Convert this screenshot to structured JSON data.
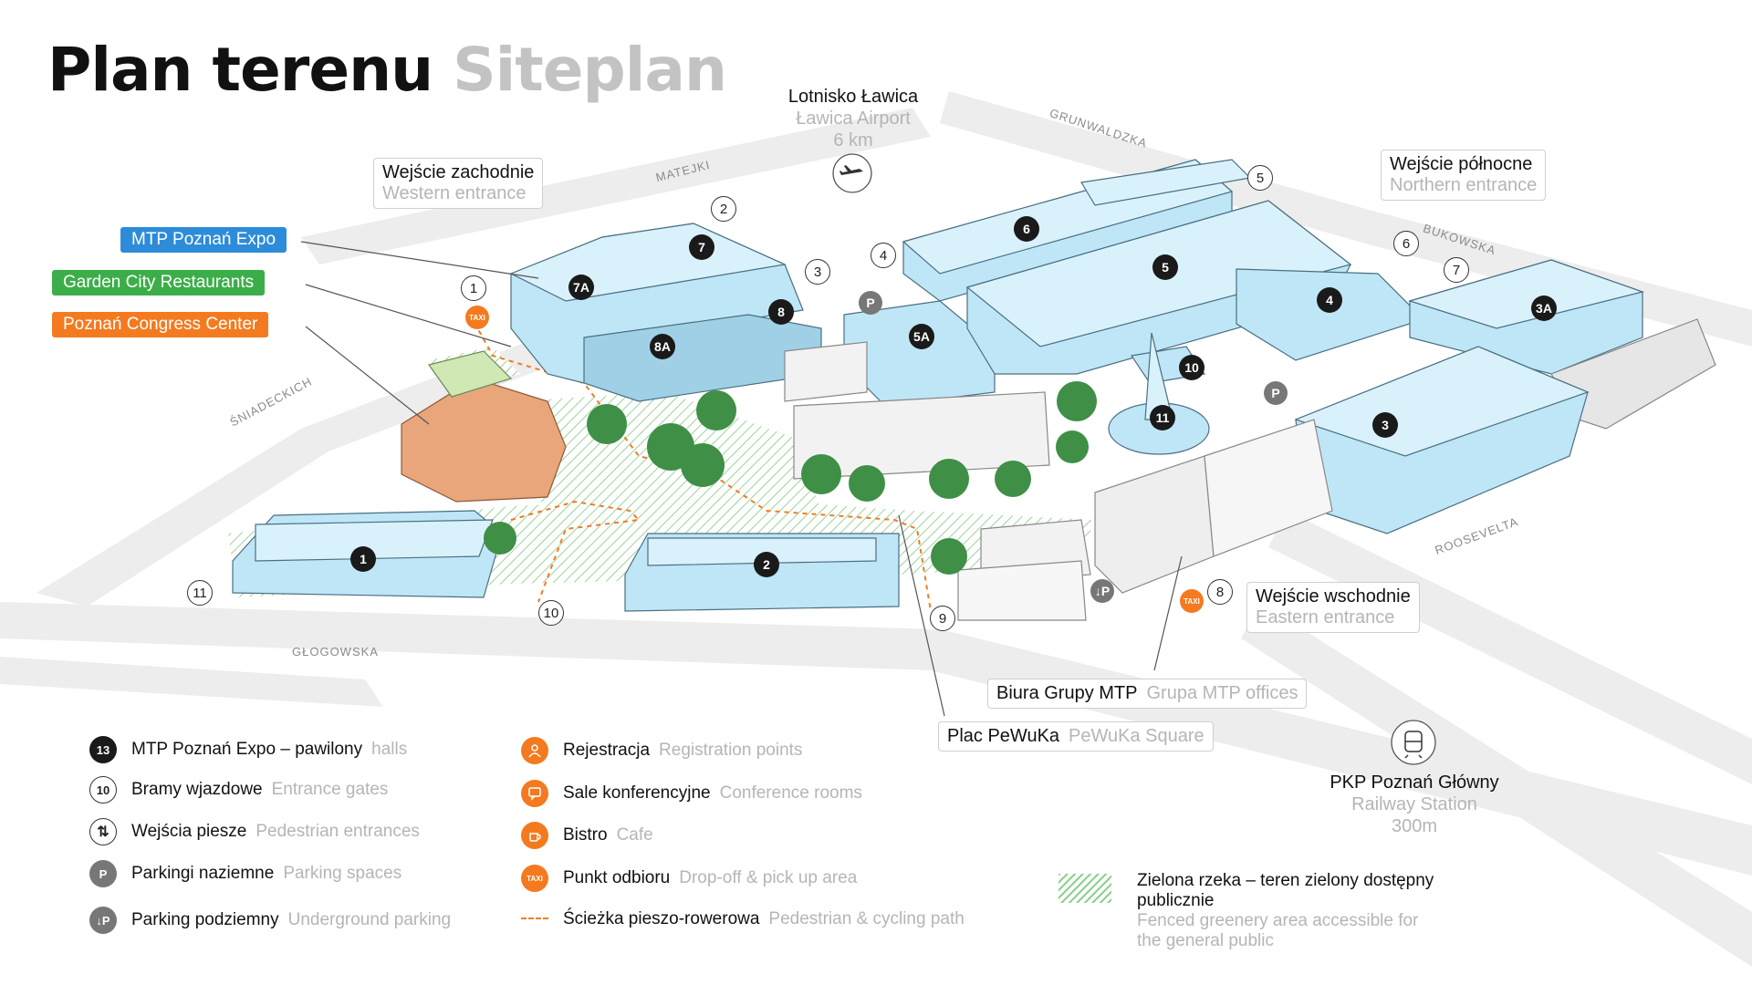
{
  "title": {
    "pl": "Plan terenu",
    "en": "Siteplan"
  },
  "colors": {
    "hall": "#bfe6f7",
    "hall_roof": "#a7d8ef",
    "accent_orange": "#f47a20",
    "expo_blue": "#2d8cd9",
    "garden_green": "#3cae49",
    "congress_orange": "#f47a20",
    "road": "#efefef",
    "tree": "#3f8f47"
  },
  "tags": {
    "expo": "MTP Poznań Expo",
    "garden": "Garden City Restaurants",
    "congress": "Poznań Congress Center"
  },
  "callouts": {
    "western": {
      "pl": "Wejście zachodnie",
      "en": "Western entrance"
    },
    "northern": {
      "pl": "Wejście północne",
      "en": "Northern entrance"
    },
    "eastern": {
      "pl": "Wejście wschodnie",
      "en": "Eastern entrance"
    },
    "offices": {
      "pl": "Biura Grupy MTP",
      "en": "Grupa MTP offices"
    },
    "square": {
      "pl": "Plac PeWuKa",
      "en": "PeWuKa Square"
    }
  },
  "airport": {
    "pl": "Lotnisko Ławica",
    "en": "Ławica Airport",
    "dist": "6 km",
    "icon": "plane-icon"
  },
  "station": {
    "pl": "PKP Poznań Główny",
    "en": "Railway Station",
    "dist": "300m",
    "icon": "train-icon"
  },
  "streets": {
    "matejki": "MATEJKI",
    "grunwaldzka": "GRUNWALDZKA",
    "bukowska": "BUKOWSKA",
    "sniadeckich": "ŚNIADECKICH",
    "glogowska": "GŁOGOWSKA",
    "roosevelta": "ROOSEVELTA"
  },
  "halls": [
    "1",
    "2",
    "3",
    "3A",
    "4",
    "5",
    "5A",
    "6",
    "7",
    "7A",
    "8",
    "8A",
    "10",
    "11"
  ],
  "gates": [
    "1",
    "2",
    "3",
    "4",
    "5",
    "6",
    "7",
    "8",
    "9",
    "10",
    "11"
  ],
  "markers": {
    "parking": "P",
    "underground": "↓P",
    "taxi": "TAXI"
  },
  "legend": {
    "halls": {
      "icon": "13",
      "pl": "MTP Poznań Expo – pawilony",
      "en": "halls"
    },
    "gates": {
      "icon": "10",
      "pl": "Bramy wjazdowe",
      "en": "Entrance gates"
    },
    "pedestrian": {
      "icon": "⇅",
      "pl": "Wejścia piesze",
      "en": "Pedestrian entrances"
    },
    "parking": {
      "icon": "P",
      "pl": "Parkingi naziemne",
      "en": "Parking spaces"
    },
    "underground": {
      "icon": "↓P",
      "pl": "Parking podziemny",
      "en": "Underground parking"
    },
    "registration": {
      "icon": "person-icon",
      "pl": "Rejestracja",
      "en": "Registration points"
    },
    "conference": {
      "icon": "speech-icon",
      "pl": "Sale konferencyjne",
      "en": "Conference rooms"
    },
    "bistro": {
      "icon": "cup-icon",
      "pl": "Bistro",
      "en": "Cafe"
    },
    "taxi": {
      "icon": "TAXI",
      "pl": "Punkt odbioru",
      "en": "Drop-off & pick up area"
    },
    "path": {
      "icon": "dashed-line",
      "pl": "Ścieżka pieszo-rowerowa",
      "en": "Pedestrian & cycling path"
    },
    "green": {
      "pl": "Zielona rzeka – teren zielony dostępny publicznie",
      "en": "Fenced greenery area accessible for the general public"
    }
  }
}
